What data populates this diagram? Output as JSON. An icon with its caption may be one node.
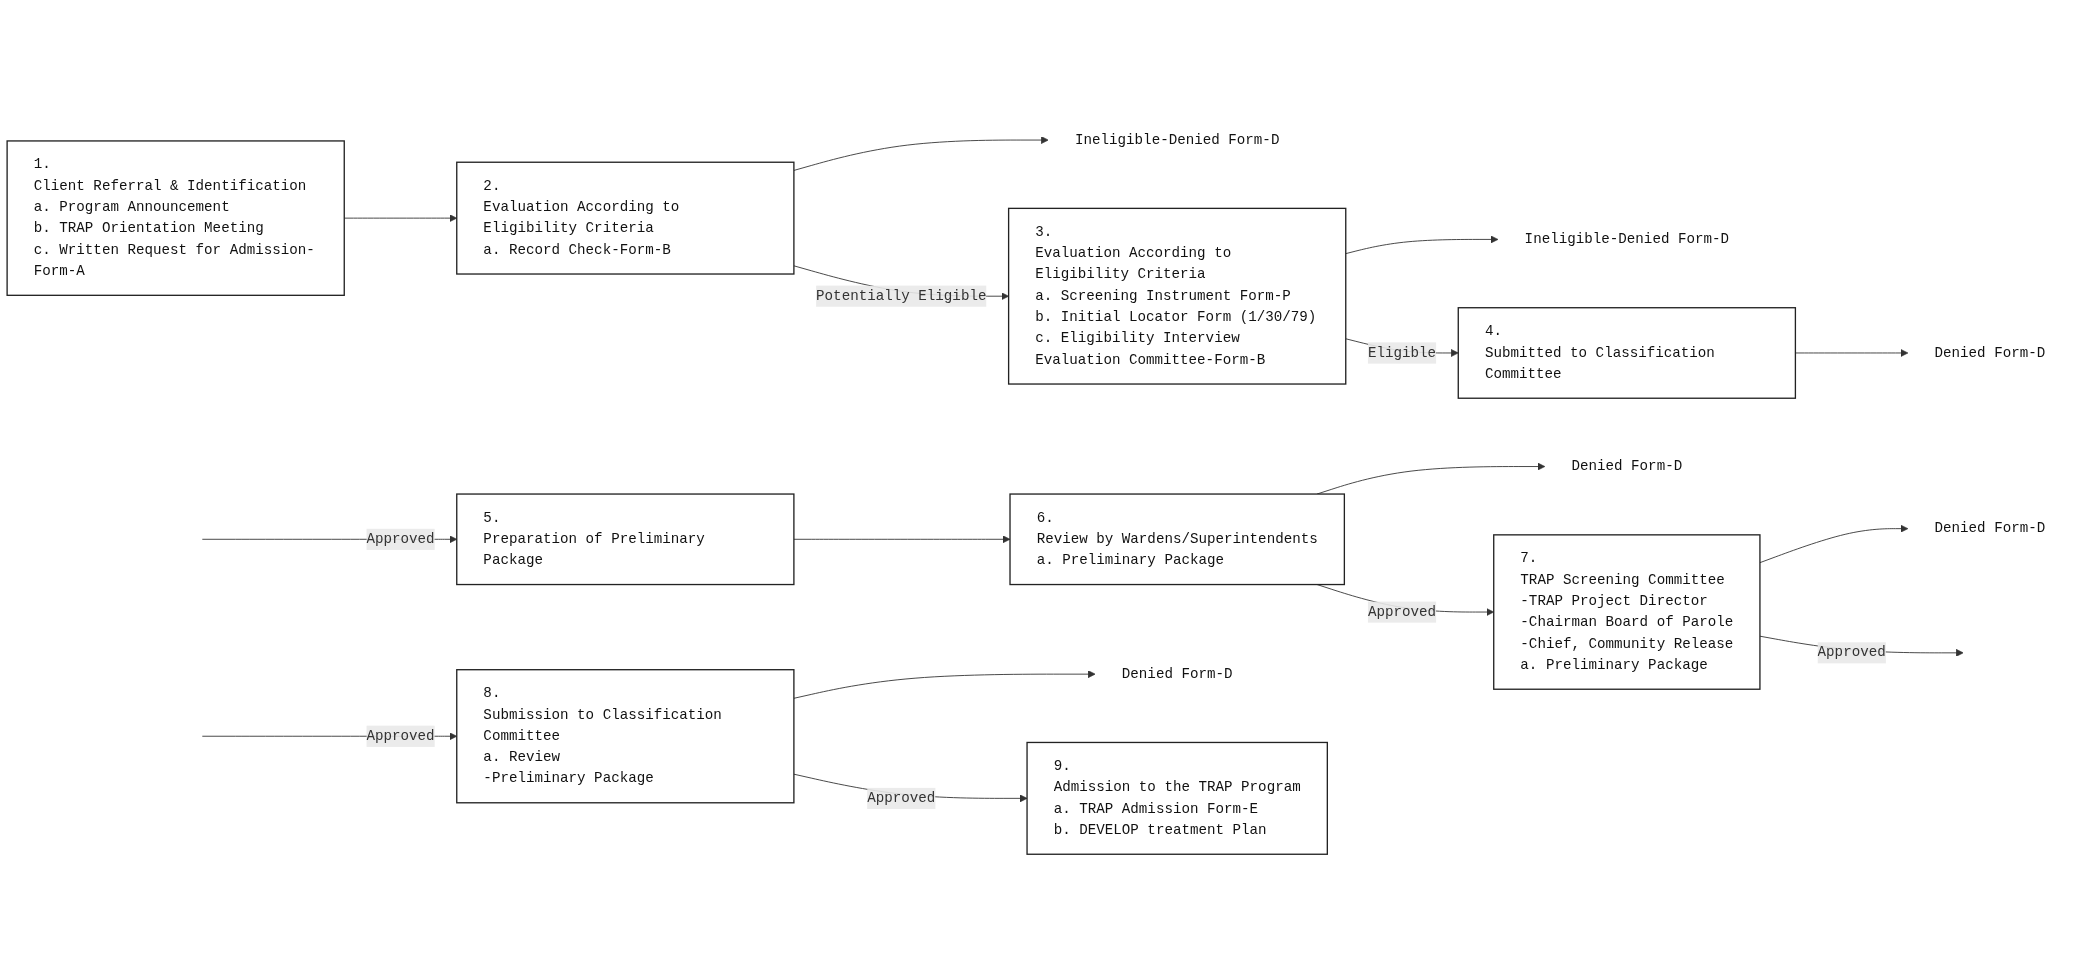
{
  "diagram": {
    "nodes": [
      {
        "text": [
          "1.",
          "Client Referral & Identification",
          "a. Program Announcement",
          "b. TRAP Orientation Meeting",
          "c. Written Request for Admission-Form-A"
        ]
      },
      {
        "text": [
          "Ineligible-Denied Form-D"
        ]
      },
      {
        "text": [
          "2.",
          "Evaluation According to Eligibility Criteria",
          "a. Record Check-Form-B"
        ]
      },
      {
        "text": [
          "Ineligible-Denied Form-D"
        ]
      },
      {
        "text": [
          "3.",
          "Evaluation According to Eligibility Criteria",
          "a. Screening Instrument Form-P",
          "b. Initial Locator Form (1/30/79)",
          "c. Eligibility Interview Evaluation Committee-Form-B"
        ]
      },
      {
        "text": [
          "Denied Form-D"
        ]
      },
      {
        "text": [
          "4.",
          "Submitted to Classification Committee"
        ]
      },
      {
        "text": [
          "Denied Form-D"
        ]
      },
      {
        "text": [
          "5.",
          "Preparation of Preliminary Package"
        ]
      },
      {
        "text": [
          "6.",
          "Review by Wardens/Superintendents",
          "a. Preliminary Package"
        ]
      },
      {
        "text": [
          "Denied Form-D"
        ]
      },
      {
        "text": [
          "7.",
          "TRAP Screening Committee",
          "-TRAP Project Director",
          "-Chairman Board of Parole",
          "-Chief, Community Release",
          "a. Preliminary Package"
        ]
      },
      {
        "text": [
          "Denied Form-D"
        ]
      },
      {
        "text": [
          "8.",
          "Submission to Classification Committee",
          "a. Review",
          "-Preliminary Package"
        ]
      },
      {
        "text": [
          "9.",
          "Admission to the TRAP Program",
          "a. TRAP Admission Form-E",
          "b. DEVELOP treatment Plan"
        ]
      }
    ],
    "edges": [
      {
        "from": 0,
        "to": 2,
        "arrow": "to"
      },
      {
        "from": 2,
        "to": 1,
        "arrow": "to"
      },
      {
        "from": 2,
        "to": 4,
        "arrow": "to",
        "label": "Potentially Eligible"
      },
      {
        "from": 4,
        "to": 3,
        "arrow": "to"
      },
      {
        "from": 4,
        "to": 6,
        "arrow": "to",
        "label": "Eligible"
      },
      {
        "from": 6,
        "to": 5,
        "arrow": "to"
      },
      {
        "from": null,
        "to": 8,
        "arrow": "to",
        "label": "Approved"
      },
      {
        "from": 8,
        "to": 9,
        "arrow": "to"
      },
      {
        "from": 9,
        "to": 7,
        "arrow": "to"
      },
      {
        "from": 9,
        "to": 11,
        "arrow": "to",
        "label": "Approved"
      },
      {
        "from": 11,
        "to": 10,
        "arrow": "to"
      },
      {
        "from": 11,
        "to": null,
        "arrow": "to",
        "label": "Approved"
      },
      {
        "from": null,
        "to": 13,
        "arrow": "to",
        "label": "Approved"
      },
      {
        "from": 13,
        "to": 12,
        "arrow": "to"
      },
      {
        "from": 13,
        "to": 14,
        "arrow": "to",
        "label": "Approved"
      }
    ]
  }
}
